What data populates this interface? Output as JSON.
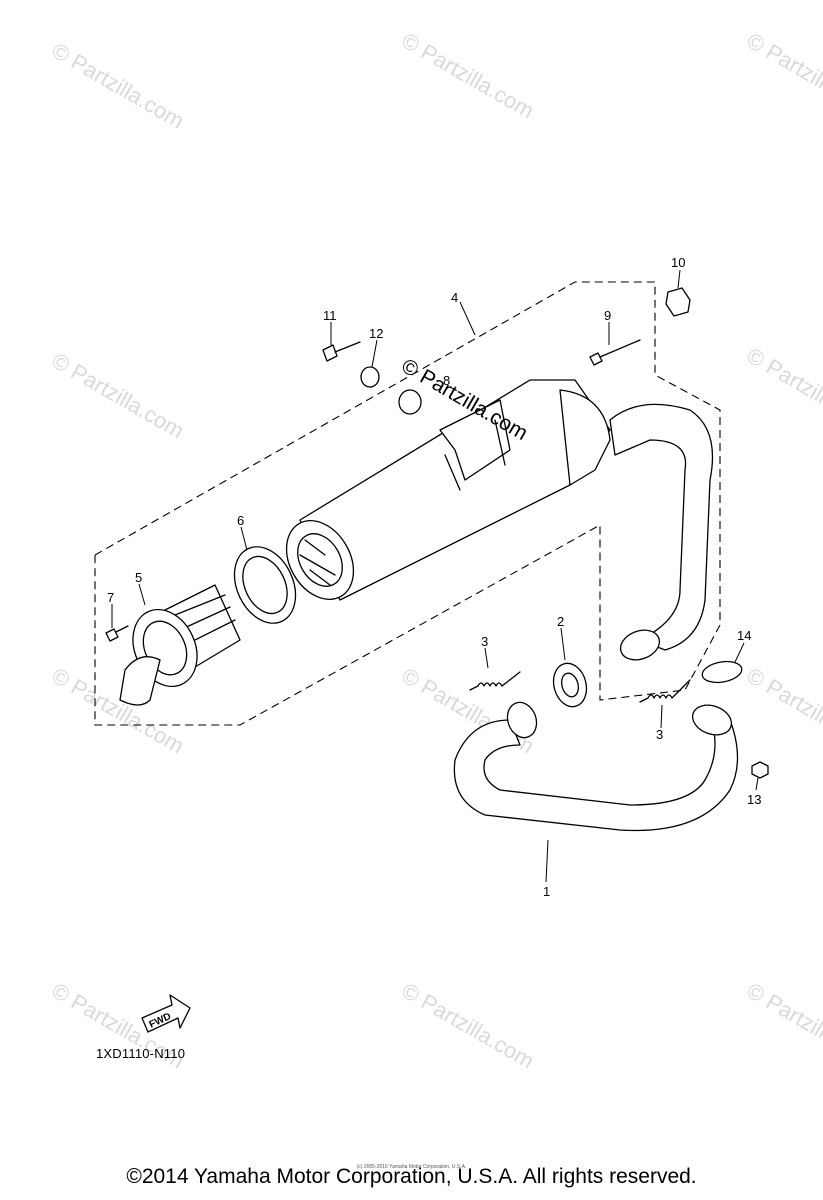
{
  "watermark": {
    "text": "© Partzilla.com",
    "center_text": "© Partzilla.com"
  },
  "callouts": {
    "c1": "1",
    "c2": "2",
    "c3a": "3",
    "c3b": "3",
    "c4": "4",
    "c5": "5",
    "c6": "6",
    "c7": "7",
    "c8": "8",
    "c9": "9",
    "c10": "10",
    "c11": "11",
    "c12": "12",
    "c13": "13",
    "c14": "14"
  },
  "fwd_label": "FWD",
  "diagram_code": "1XD1110-N110",
  "small_credit": "(c) 2005-2016 Yamaha Motor Corporation, U.S.A.",
  "copyright": "©2014 Yamaha Motor Corporation, U.S.A. All rights reserved."
}
